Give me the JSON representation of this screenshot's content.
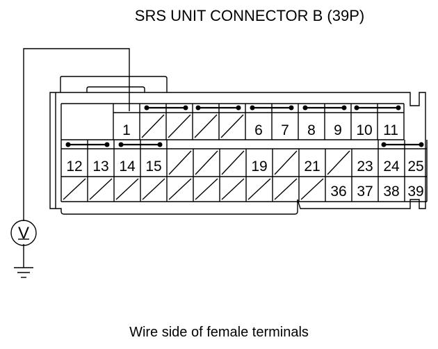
{
  "title": "SRS UNIT CONNECTOR B (39P)",
  "caption": "Wire side of female terminals",
  "meter_symbol": "V",
  "terminals": {
    "row1": [
      "1",
      "",
      "",
      "",
      "",
      "6",
      "7",
      "8",
      "9",
      "10",
      "11"
    ],
    "row2": [
      "12",
      "13",
      "14",
      "15",
      "",
      "",
      "",
      "19",
      "",
      "21",
      "",
      "23",
      "24",
      "25"
    ],
    "row3": [
      "",
      "",
      "",
      "",
      "",
      "",
      "",
      "",
      "",
      "",
      "36",
      "37",
      "38",
      "39"
    ]
  },
  "probe_terminal": "1"
}
